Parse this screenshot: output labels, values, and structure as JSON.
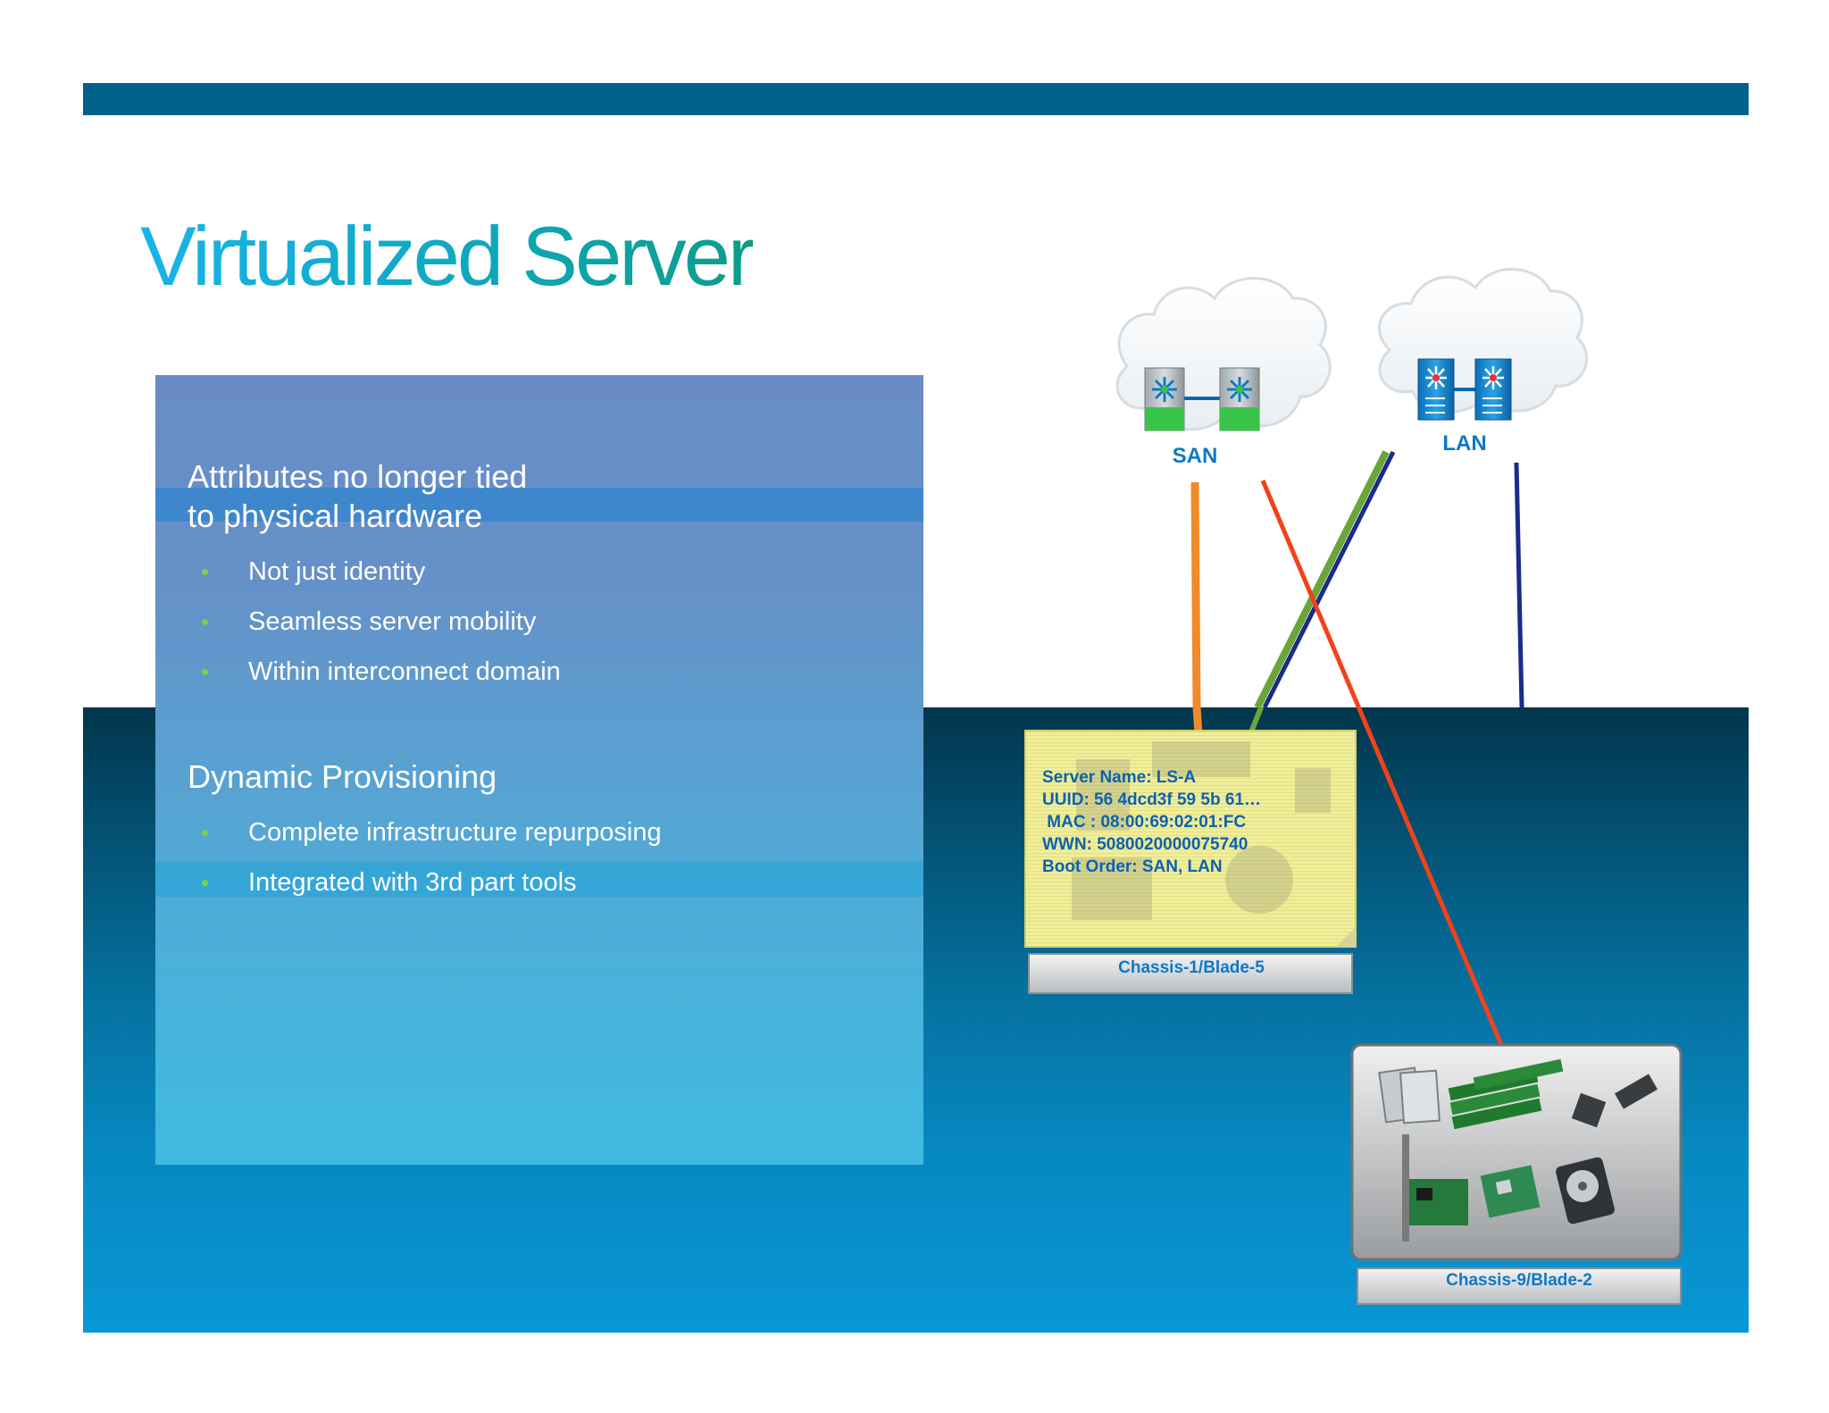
{
  "slide": {
    "title": "Virtualized Server"
  },
  "panel": {
    "section1": {
      "heading_line1": "Attributes no longer tied",
      "heading_line2": "to physical hardware",
      "bullets": [
        "Not just identity",
        "Seamless server mobility",
        "Within interconnect domain"
      ]
    },
    "section2": {
      "heading": "Dynamic Provisioning",
      "bullets": [
        "Complete infrastructure repurposing",
        "Integrated with 3rd part tools"
      ]
    }
  },
  "diagram": {
    "san_label": "SAN",
    "lan_label": "LAN",
    "profile": {
      "server_name": "Server Name: LS-A",
      "uuid": "UUID: 56 4dcd3f 59 5b 61…",
      "mac": " MAC : 08:00:69:02:01:FC",
      "wwn": "WWN: 5080020000075740",
      "boot_order": "Boot Order: SAN, LAN"
    },
    "blade1_label": "Chassis-1/Blade-5",
    "blade2_label": "Chassis-9/Blade-2"
  },
  "colors": {
    "top_bar": "#00618a",
    "san_link": "#f08a2a",
    "cross_link": "#f0421c",
    "lan_link_green": "#6aa539",
    "lan_link_navy": "#1b2a8c",
    "label_blue": "#0e78c6",
    "bullet_green": "#7ccf4a"
  }
}
